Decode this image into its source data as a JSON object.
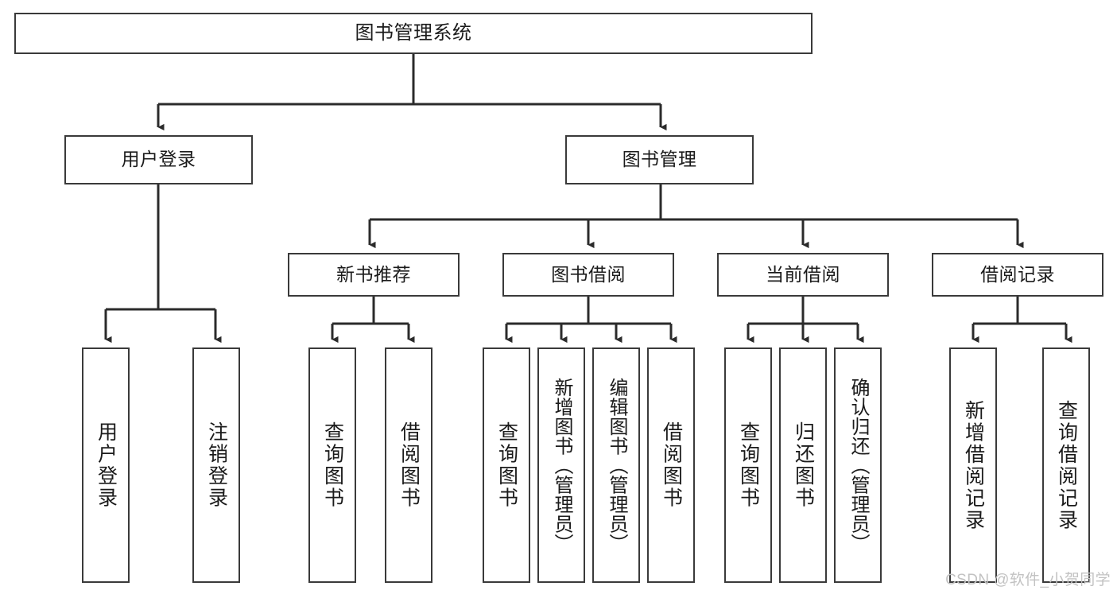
{
  "diagram": {
    "title": "图书管理系统",
    "type": "tree",
    "watermark": "CSDN @软件_小贺同学",
    "colors": {
      "box_border": "#3a3a3a",
      "box_fill": "#ffffff",
      "connector": "#2b2b2b",
      "text": "#1b1b1b",
      "watermark": "#c2c2c2"
    },
    "nodes": {
      "root": {
        "label": "图书管理系统"
      },
      "level2": [
        {
          "id": "user-login",
          "label": "用户登录"
        },
        {
          "id": "book-management",
          "label": "图书管理"
        }
      ],
      "level3": [
        {
          "id": "new-book-recommend",
          "label": "新书推荐"
        },
        {
          "id": "book-borrow",
          "label": "图书借阅"
        },
        {
          "id": "current-borrow",
          "label": "当前借阅"
        },
        {
          "id": "borrow-record",
          "label": "借阅记录"
        }
      ],
      "leaves": {
        "user_login": [
          {
            "id": "leaf-user-login",
            "label": "用户登录"
          },
          {
            "id": "leaf-logout-login",
            "label": "注销登录"
          }
        ],
        "new_book_recommend": [
          {
            "id": "leaf-query-book-1",
            "label": "查询图书"
          },
          {
            "id": "leaf-borrow-book-1",
            "label": "借阅图书"
          }
        ],
        "book_borrow": [
          {
            "id": "leaf-query-book-2",
            "label": "查询图书"
          },
          {
            "id": "leaf-add-book-admin",
            "label": "新增图书（管理员）"
          },
          {
            "id": "leaf-edit-book-admin",
            "label": "编辑图书（管理员）"
          },
          {
            "id": "leaf-borrow-book-2",
            "label": "借阅图书"
          }
        ],
        "current_borrow": [
          {
            "id": "leaf-query-book-3",
            "label": "查询图书"
          },
          {
            "id": "leaf-return-book",
            "label": "归还图书"
          },
          {
            "id": "leaf-confirm-return-admin",
            "label": "确认归还（管理员）"
          }
        ],
        "borrow_record": [
          {
            "id": "leaf-add-borrow-record",
            "label": "新增借阅记录"
          },
          {
            "id": "leaf-query-borrow-record",
            "label": "查询借阅记录"
          }
        ]
      }
    }
  }
}
